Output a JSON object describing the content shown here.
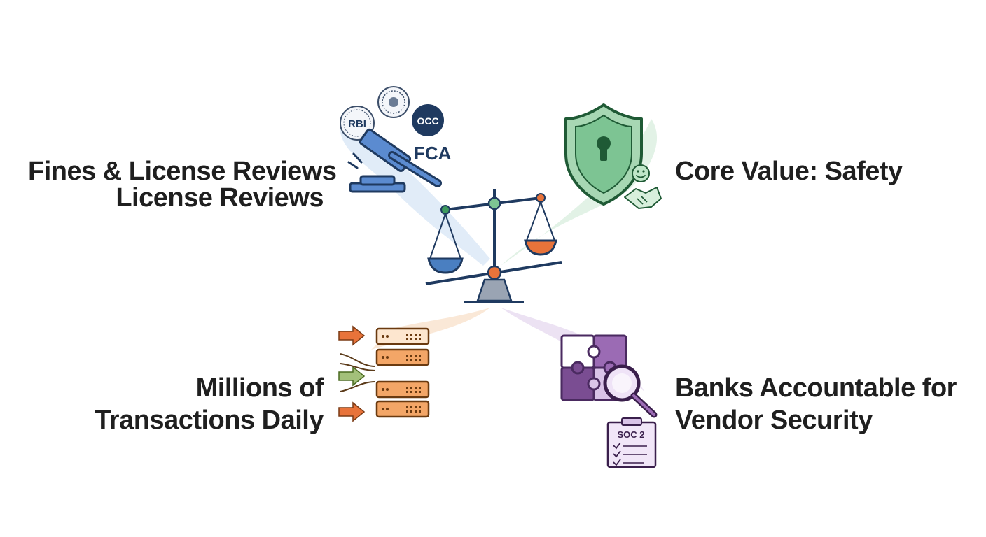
{
  "topics": {
    "regulatory": {
      "line1": "Fines & License Reviews",
      "line2": "License Reviews"
    },
    "safety": {
      "line1": "Core Value: Safety"
    },
    "transactions": {
      "line1": "Millions of",
      "line2": "Transactions Daily"
    },
    "vendor": {
      "line1": "Banks Accountable for",
      "line2": "Vendor Security"
    }
  },
  "badges": {
    "rbi": "RBI",
    "occ": "OCC",
    "fca": "FCA",
    "soc2": "SOC 2"
  },
  "colors": {
    "blue": "#4a7fc1",
    "navy": "#1f3a60",
    "green": "#3d9a5e",
    "orange": "#e8733a",
    "purple": "#7a4d92",
    "ink": "#1f1f1f"
  },
  "icons": [
    "gavel-icon",
    "regulator-seal-icon",
    "shield-lock-icon",
    "handshake-icon",
    "smiley-icon",
    "balance-scale-icon",
    "server-stack-icon",
    "arrow-right-icon",
    "puzzle-icon",
    "magnifier-icon",
    "clipboard-checklist-icon"
  ]
}
